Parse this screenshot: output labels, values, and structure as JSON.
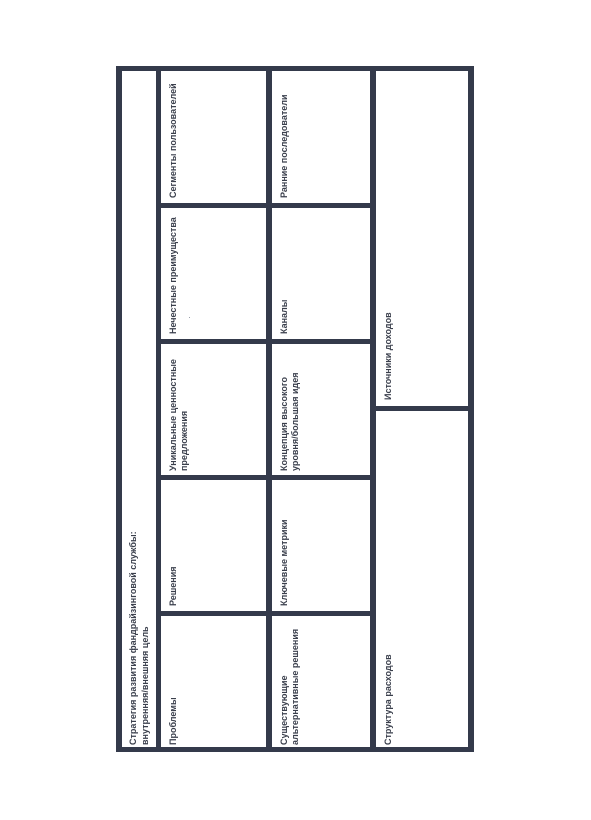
{
  "canvas": {
    "title": "Стратегия развития фандрайзинговой службы:",
    "subtitle": "внутренняя/внешняя цель",
    "cells": {
      "problems": "Проблемы",
      "solutions": "Решения",
      "unique_value_1": "Уникальные ценностные",
      "unique_value_2": "предложения",
      "unfair_advantage": "Нечестные преимущества",
      "customer_segments": "Сегменты пользователей",
      "existing_alternatives_1": "Существующие",
      "existing_alternatives_2": "альтернативные решения",
      "key_metrics": "Ключевые метрики",
      "high_level_concept_1": "Концепция высокого",
      "high_level_concept_2": "уровня/большая идея",
      "channels": "Каналы",
      "early_adopters": "Ранние последователи",
      "cost_structure": "Структура расходов",
      "revenue_streams": "Источники доходов"
    }
  },
  "colors": {
    "border": "#343a4b",
    "text": "#3a3f4c"
  }
}
